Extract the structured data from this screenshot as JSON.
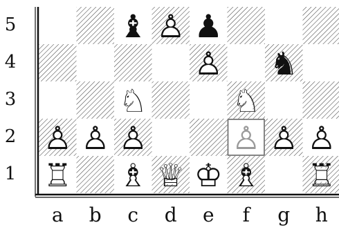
{
  "board": {
    "ranks": [
      "5",
      "4",
      "3",
      "2",
      "1"
    ],
    "files": [
      "a",
      "b",
      "c",
      "d",
      "e",
      "f",
      "g",
      "h"
    ],
    "highlighted_square": "f2",
    "pieces": [
      {
        "square": "c5",
        "color": "black",
        "type": "bishop",
        "glyph": "♝"
      },
      {
        "square": "d5",
        "color": "white",
        "type": "pawn",
        "glyph": "♙"
      },
      {
        "square": "e5",
        "color": "black",
        "type": "pawn",
        "glyph": "♟"
      },
      {
        "square": "e4",
        "color": "white",
        "type": "pawn",
        "glyph": "♙"
      },
      {
        "square": "g4",
        "color": "black",
        "type": "knight",
        "glyph": "♞"
      },
      {
        "square": "c3",
        "color": "white",
        "type": "knight",
        "glyph": "♘"
      },
      {
        "square": "f3",
        "color": "white",
        "type": "knight",
        "glyph": "♘"
      },
      {
        "square": "a2",
        "color": "white",
        "type": "pawn",
        "glyph": "♙"
      },
      {
        "square": "b2",
        "color": "white",
        "type": "pawn",
        "glyph": "♙"
      },
      {
        "square": "c2",
        "color": "white",
        "type": "pawn",
        "glyph": "♙"
      },
      {
        "square": "f2",
        "color": "white",
        "type": "pawn",
        "glyph": "♙",
        "faded": true
      },
      {
        "square": "g2",
        "color": "white",
        "type": "pawn",
        "glyph": "♙"
      },
      {
        "square": "h2",
        "color": "white",
        "type": "pawn",
        "glyph": "♙"
      },
      {
        "square": "a1",
        "color": "white",
        "type": "rook",
        "glyph": "♖"
      },
      {
        "square": "c1",
        "color": "white",
        "type": "bishop",
        "glyph": "♗"
      },
      {
        "square": "d1",
        "color": "white",
        "type": "queen",
        "glyph": "♕"
      },
      {
        "square": "e1",
        "color": "white",
        "type": "king",
        "glyph": "♔"
      },
      {
        "square": "f1",
        "color": "white",
        "type": "bishop",
        "glyph": "♗"
      },
      {
        "square": "h1",
        "color": "white",
        "type": "rook",
        "glyph": "♖"
      }
    ]
  },
  "colors": {
    "hatch": "#444444",
    "highlight": "#666666",
    "faded_piece": "#9a9a9a"
  }
}
